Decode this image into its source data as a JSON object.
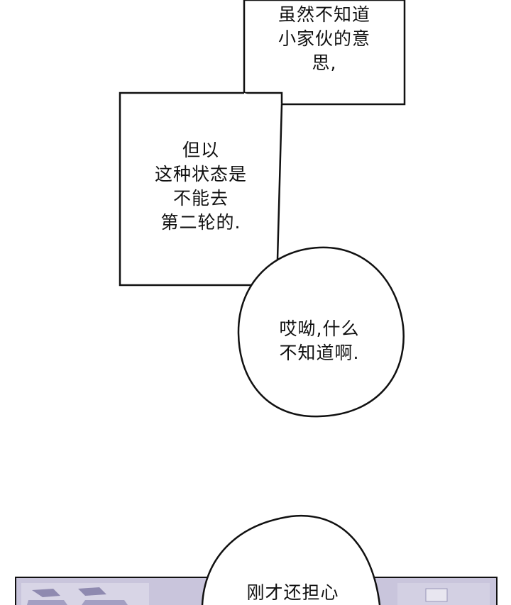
{
  "panels": {
    "caption_top": {
      "lines": [
        "虽然不知道",
        "小家伙的意",
        "思,"
      ]
    },
    "caption_middle": {
      "lines": [
        "但以",
        "这种状态是",
        "不能去",
        "第二轮的."
      ]
    },
    "speech_bubble_1": {
      "lines": [
        "哎呦,什么",
        "不知道啊."
      ]
    },
    "speech_bubble_2": {
      "lines": [
        "刚才还担心"
      ]
    }
  },
  "colors": {
    "ink": "#111111",
    "paper": "#ffffff",
    "lavender_panel": "#c7c3da"
  }
}
